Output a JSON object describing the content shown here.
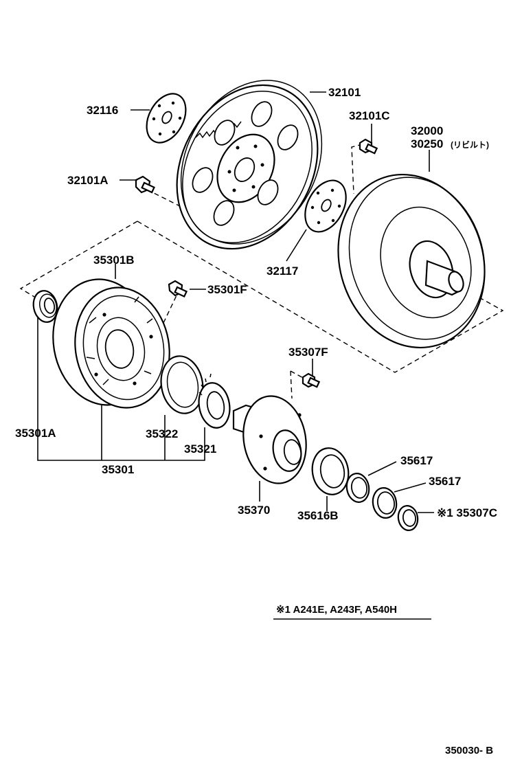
{
  "labels": {
    "p32101": "32101",
    "p32116": "32116",
    "p32101C": "32101C",
    "p32000": "32000",
    "p30250": "30250",
    "p30250_note": "(リビルト)",
    "p32101A": "32101A",
    "p32117": "32117",
    "p35301B": "35301B",
    "p35301F": "35301F",
    "p35307F": "35307F",
    "p35301A": "35301A",
    "p35322": "35322",
    "p35321": "35321",
    "p35301": "35301",
    "p35617a": "35617",
    "p35617b": "35617",
    "p35370": "35370",
    "p35616B": "35616B",
    "p35307C": "※1 35307C"
  },
  "footnote": "※1  A241E, A243F, A540H",
  "diagram_code": "350030- B"
}
